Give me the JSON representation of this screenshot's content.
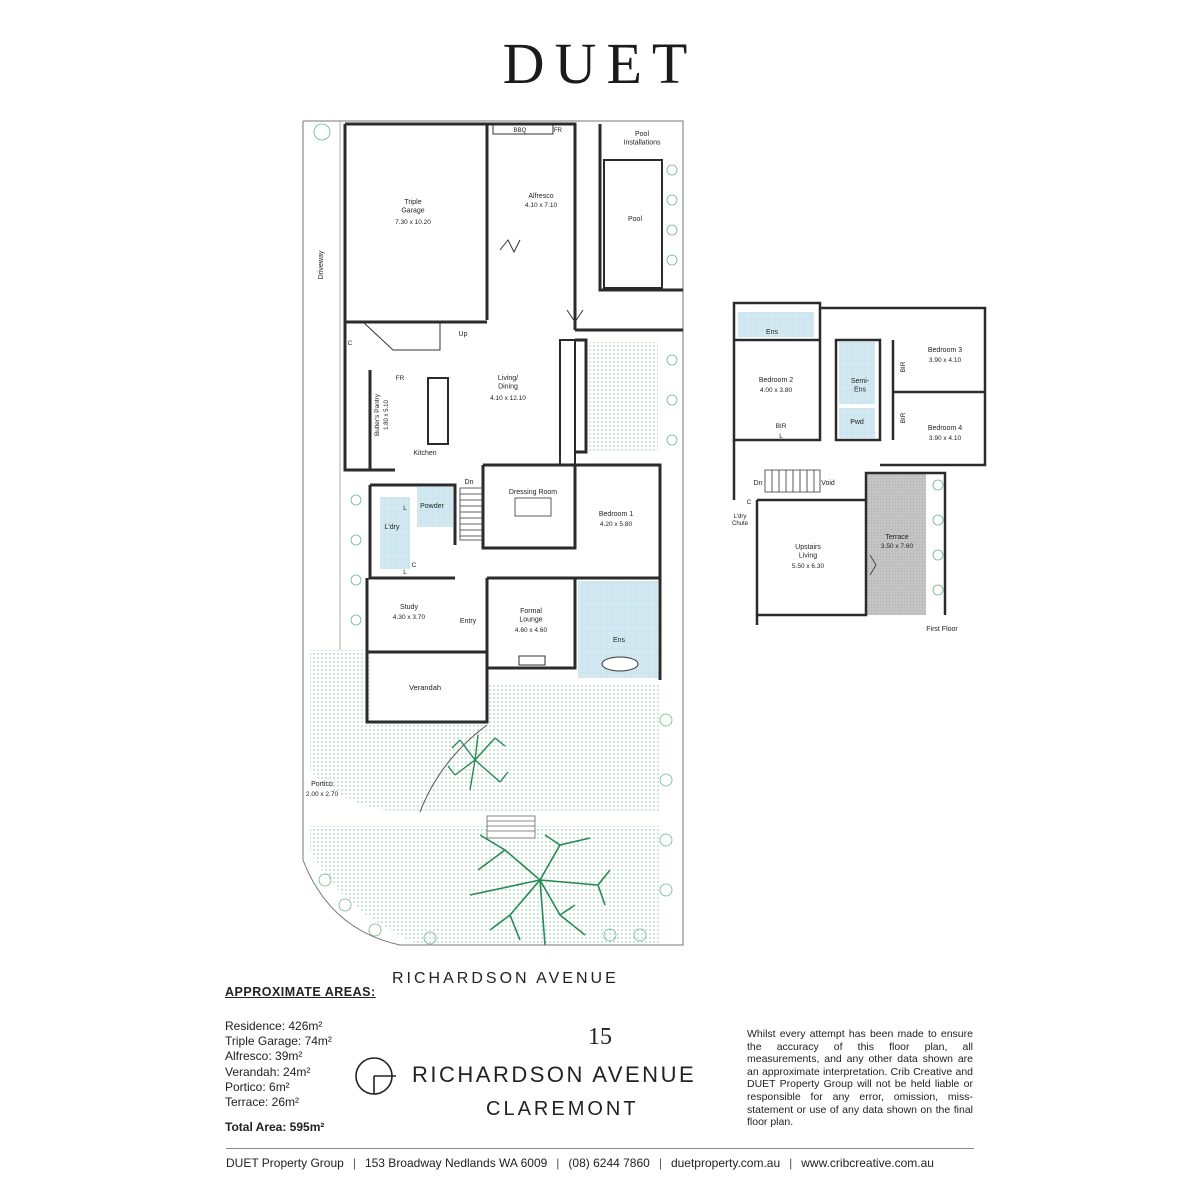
{
  "brand": "DUET",
  "street_label": "RICHARDSON AVENUE",
  "ground_floor": {
    "rooms": {
      "triple_garage": {
        "name": "Triple\nGarage",
        "size": "7.30 x 10.20"
      },
      "alfresco": {
        "name": "Alfresco",
        "size": "4.10 x 7.10"
      },
      "pool": "Pool",
      "pool_installations": "Pool\nInstallations",
      "bbq": "BBQ",
      "fr_alfresco": "FR",
      "driveway": "Driveway",
      "up": "Up",
      "c_kitchen": "C",
      "fr_kitchen": "FR",
      "living_dining": {
        "name": "Living/\nDining",
        "size": "4.10 x 12.10"
      },
      "butlers_pantry": {
        "name": "Butler's Pantry",
        "size": "1.80 x 5.10"
      },
      "kitchen": "Kitchen",
      "dn": "Dn",
      "dressing_room": "Dressing Room",
      "bedroom1": {
        "name": "Bedroom 1",
        "size": "4.20 x 5.80"
      },
      "powder": "Powder",
      "ldry": "L'dry",
      "l_ldry": "L",
      "l_ldry2": "L",
      "c_ldry": "C",
      "study": {
        "name": "Study",
        "size": "4.30 x 3.70"
      },
      "entry": "Entry",
      "formal_lounge": {
        "name": "Formal\nLounge",
        "size": "4.60 x 4.60"
      },
      "ens_ground": "Ens",
      "verandah": "Verandah",
      "portico": {
        "name": "Portico",
        "size": "2.00 x 2.70"
      }
    }
  },
  "first_floor": {
    "label": "First Floor",
    "rooms": {
      "ens": "Ens",
      "bedroom2": {
        "name": "Bedroom 2",
        "size": "4.00 x 3.80"
      },
      "bir_b2": "BIR",
      "l_b2": "L",
      "semi_ens": "Semi-\nEns",
      "pwd": "Pwd",
      "bedroom3": {
        "name": "Bedroom 3",
        "size": "3.90 x 4.10"
      },
      "bedroom4": {
        "name": "Bedroom 4",
        "size": "3.90 x 4.10"
      },
      "bir_b3": "BIR",
      "bir_b4": "BIR",
      "dn": "Dn",
      "c": "C",
      "void": "Void",
      "ldry_chute": "L'dry\nChute",
      "upstairs_living": {
        "name": "Upstairs\nLiving",
        "size": "5.50 x 6.30"
      },
      "terrace": {
        "name": "Terrace",
        "size": "3.50 x 7.60"
      }
    }
  },
  "approximate_areas": {
    "heading": "APPROXIMATE AREAS:",
    "items": [
      "Residence: 426m²",
      "Triple Garage: 74m²",
      "Alfresco: 39m²",
      "Verandah: 24m²",
      "Portico: 6m²",
      "Terrace: 26m²"
    ],
    "total": "Total Area: 595m²"
  },
  "address": {
    "number": "15",
    "street": "RICHARDSON AVENUE",
    "suburb": "CLAREMONT"
  },
  "disclaimer": "Whilst every attempt has been made to ensure the accuracy of this floor plan, all measurements, and any other data shown are an approximate interpretation. Crib Creative and DUET Property Group will not be held liable or responsible for any error, omission, miss-statement or use of any data shown on the final floor plan.",
  "footer": {
    "company": "DUET Property Group",
    "address": "153 Broadway Nedlands WA 6009",
    "phone": "(08) 6244 7860",
    "website": "duetproperty.com.au",
    "credit": "www.cribcreative.com.au"
  },
  "colors": {
    "wall": "#2b2b2b",
    "wet_area": "#cfe6ee",
    "landscape_dots": "#8fc7a6",
    "tree": "#2a8a55",
    "terrace": "#bdbdbd"
  }
}
